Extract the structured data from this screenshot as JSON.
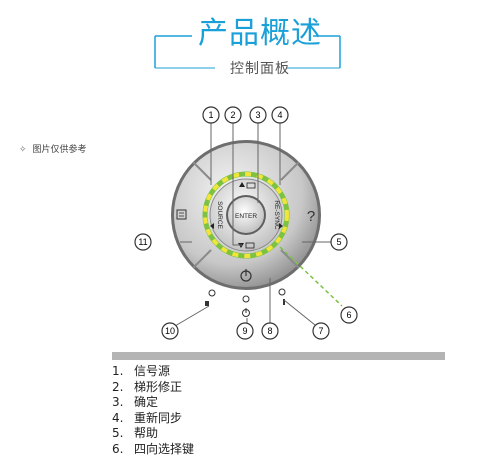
{
  "header": {
    "title": "产品概述",
    "subtitle": "控制面板"
  },
  "note": {
    "bullet": "✧",
    "text": "图片仅供参考"
  },
  "panel": {
    "center_label": "ENTER",
    "left_key": "SOURCE",
    "right_key": "RE-SYNC",
    "help_key": "?",
    "callouts": [
      "1",
      "2",
      "3",
      "4",
      "5",
      "6",
      "7",
      "8",
      "9",
      "10",
      "11"
    ]
  },
  "items": [
    {
      "num": "1.",
      "label": "信号源"
    },
    {
      "num": "2.",
      "label": "梯形修正"
    },
    {
      "num": "3.",
      "label": "确定"
    },
    {
      "num": "4.",
      "label": "重新同步"
    },
    {
      "num": "5.",
      "label": "帮助"
    },
    {
      "num": "6.",
      "label": "四向选择键"
    }
  ],
  "colors": {
    "accent": "#1aa0d8",
    "ring_green": "#7dc242",
    "ring_yellow": "#f2e53a"
  }
}
